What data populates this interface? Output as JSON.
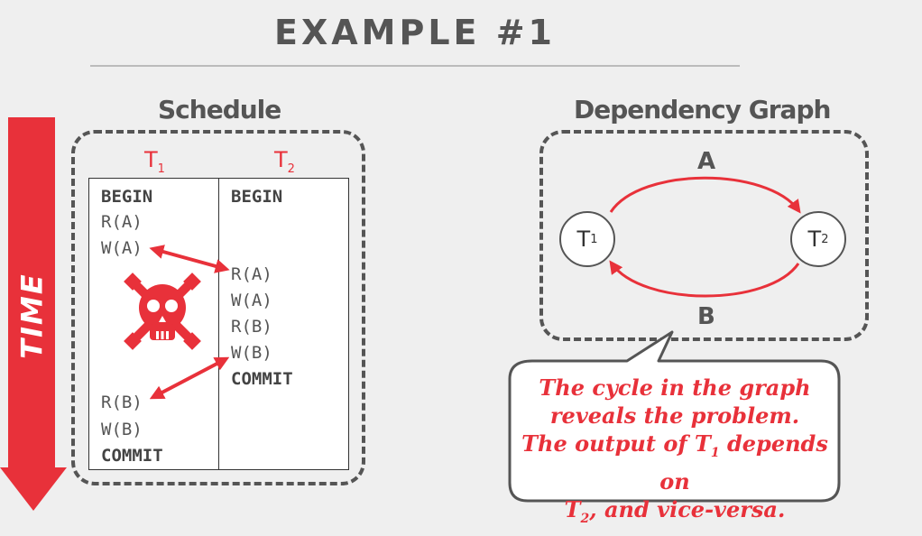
{
  "slide": {
    "title": "EXAMPLE #1"
  },
  "schedule": {
    "heading": "Schedule",
    "time_label": "TIME",
    "columns": [
      {
        "name": "T",
        "subscript": "1"
      },
      {
        "name": "T",
        "subscript": "2"
      }
    ],
    "t1_ops": [
      "BEGIN",
      "R(A)",
      "W(A)",
      "R(B)",
      "W(B)",
      "COMMIT"
    ],
    "t2_ops": [
      "BEGIN",
      "R(A)",
      "W(A)",
      "R(B)",
      "W(B)",
      "COMMIT"
    ],
    "conflict_icon": "skull-crossbones-icon"
  },
  "graph": {
    "heading": "Dependency Graph",
    "nodes": [
      {
        "name": "T",
        "subscript": "1"
      },
      {
        "name": "T",
        "subscript": "2"
      }
    ],
    "edges": [
      {
        "from": "T1",
        "to": "T2",
        "label": "A"
      },
      {
        "from": "T2",
        "to": "T1",
        "label": "B"
      }
    ]
  },
  "callout": {
    "line1": "The cycle in the graph",
    "line2": "reveals the problem.",
    "line3_prefix": "The output of T",
    "line3_sub": "1",
    "line3_suffix": " depends on",
    "line4_prefix": "T",
    "line4_sub": "2",
    "line4_suffix": ", and vice-versa."
  },
  "colors": {
    "accent": "#e8313a",
    "text": "#555555",
    "background": "#efefef"
  }
}
